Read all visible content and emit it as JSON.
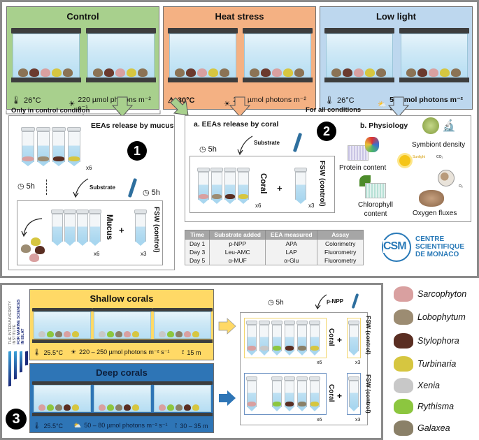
{
  "conditions": [
    {
      "title": "Control",
      "temperature": "26°C",
      "light": "220 µmol photons m⁻² s⁻¹",
      "temp_icon": "thermometer-icon",
      "light_icon": "sun-icon",
      "color": "#a8d08d"
    },
    {
      "title": "Heat stress",
      "temperature": "30°C",
      "light": "220 µmol photons m⁻² s⁻¹",
      "temp_icon": "warning-icon",
      "light_icon": "sun-icon",
      "color": "#f4b183"
    },
    {
      "title": "Low light",
      "temperature": "26°C",
      "light": "50 µmol photons m⁻² s⁻¹",
      "temp_icon": "thermometer-icon",
      "light_icon": "cloud-sun-icon",
      "color": "#bdd7ee"
    }
  ],
  "labels": {
    "only_control": "Only in control condition",
    "all_conditions": "For all conditions"
  },
  "section1": {
    "number": "1",
    "title": "EEAs release by mucus",
    "count_tubes": "x6",
    "time": "5h",
    "time2": "5h",
    "substrate": "Substrate",
    "mucus_label": "Mucus",
    "plus": "+",
    "fsw_label": "FSW (control)",
    "mucus_count": "x6",
    "fsw_count": "x3"
  },
  "section2": {
    "number": "2",
    "a_title": "a. EEAs release by coral",
    "time": "5h",
    "substrate": "Substrate",
    "coral_label": "Coral",
    "plus": "+",
    "fsw_label": "FSW (control)",
    "coral_count": "x6",
    "fsw_count": "x3",
    "b_title": "b. Physiology",
    "protein": "Protein content",
    "symbiont": "Symbiont density",
    "chlorophyll": "Chlorophyll content",
    "oxygen": "Oxygen fluxes",
    "sunlight": "Sunlight",
    "co2": "CO₂",
    "o2": "O₂"
  },
  "eea_table": {
    "headers": [
      "Time",
      "Substrate added",
      "EEA measured",
      "Assay"
    ],
    "rows": [
      [
        "Day 1",
        "p-NPP",
        "APA",
        "Colorimetry"
      ],
      [
        "Day 3",
        "Leu-AMC",
        "LAP",
        "Fluorometry"
      ],
      [
        "Day 5",
        "α-MUF",
        "α-Glu",
        "Fluorometry"
      ]
    ]
  },
  "csm_logo": {
    "abbr": "CSM",
    "line1": "CENTRE",
    "line2": "SCIENTIFIQUE",
    "line3": "DE MONACO",
    "color": "#2a7ab8"
  },
  "section3": {
    "number": "3",
    "iui_logo": [
      "THE INTERUNIVERSITY",
      "INSTITUTE",
      "FOR MARINE SCIENCES",
      "IN EILAT"
    ],
    "shallow": {
      "title": "Shallow corals",
      "temperature": "25.5°C",
      "light": "220 – 250 µmol photons m⁻² s⁻¹",
      "depth": "15 m",
      "color": "#ffd966"
    },
    "deep": {
      "title": "Deep corals",
      "temperature": "25.5°C",
      "light": "50 – 80 µmol photons m⁻² s⁻¹",
      "depth": "30 – 35 m",
      "color": "#2e75b6"
    },
    "time": "5h",
    "substrate": "p-NPP",
    "coral_label": "Coral",
    "plus": "+",
    "fsw_label": "FSW (control)",
    "coral_count": "x6",
    "fsw_count": "x3"
  },
  "legend": [
    {
      "name": "Sarcophyton",
      "color": "#d9a0a0"
    },
    {
      "name": "Lobophytum",
      "color": "#9c8c72"
    },
    {
      "name": "Stylophora",
      "color": "#5a2e22"
    },
    {
      "name": "Turbinaria",
      "color": "#d6c640"
    },
    {
      "name": "Xenia",
      "color": "#c8c8c8"
    },
    {
      "name": "Rythisma",
      "color": "#8cc63f"
    },
    {
      "name": "Galaxea",
      "color": "#8a8068"
    }
  ]
}
